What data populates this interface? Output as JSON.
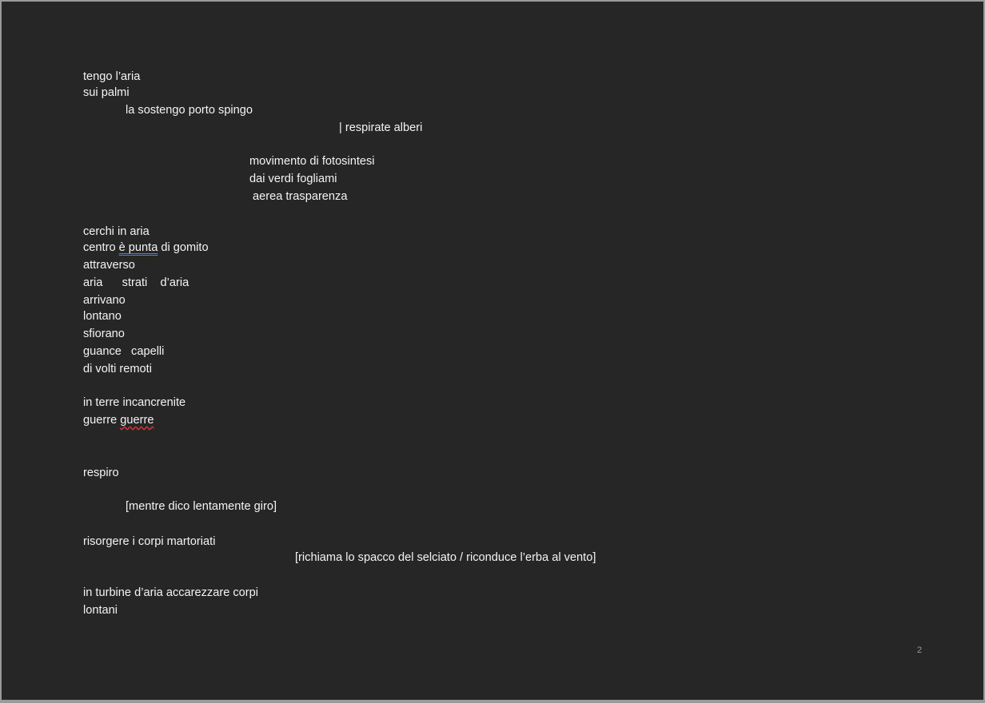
{
  "lines": [
    "tengo l’aria",
    "sui palmi",
    "la sostengo porto spingo",
    "| respirate alberi",
    "movimento di fotosintesi",
    "dai verdi fogliami",
    "aerea trasparenza",
    "cerchi in aria",
    "centro ",
    "è punta",
    " di gomito",
    "attraverso",
    "aria      strati    d’aria",
    "arrivano",
    "lontano",
    "sfiorano",
    "guance   capelli",
    "di volti remoti",
    "in terre incancrenite",
    "guerre ",
    "guerre",
    "respiro",
    "[mentre dico lentamente giro]",
    "risorgere i corpi martoriati",
    "[richiama lo spacco del selciato / riconduce l’erba al vento]",
    "in turbine d’aria accarezzare corpi",
    "lontani"
  ],
  "page_number": "2",
  "colors": {
    "background": "#262626",
    "text": "#f4f4f4",
    "grammar_underline": "#4a7cf0",
    "spelling_underline": "#e0303a"
  }
}
